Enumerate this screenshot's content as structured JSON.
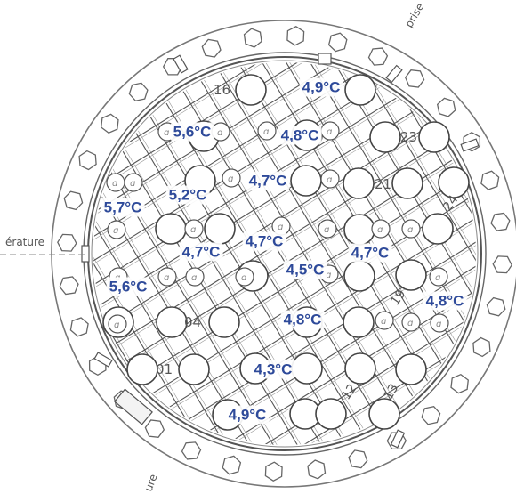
{
  "side_labels": {
    "left": "érature",
    "top_right": "prise",
    "bottom_left": "ure"
  },
  "tube_numbers": {
    "t01": "01",
    "t04": "04",
    "t16": "16",
    "t21": "21",
    "t23": "23",
    "t24": "24",
    "t19": "19",
    "t12": "12",
    "t13": "13"
  },
  "temperatures": [
    "4,9°C",
    "5,6°C",
    "4,8°C",
    "5,2°C",
    "4,7°C",
    "5,7°C",
    "4,7°C",
    "4,7°C",
    "4,5°C",
    "4,7°C",
    "5,6°C",
    "4,8°C",
    "4,8°C",
    "4,3°C",
    "4,9°C"
  ],
  "colors": {
    "temperature_text": "#2e4a9a",
    "line": "#555555"
  }
}
